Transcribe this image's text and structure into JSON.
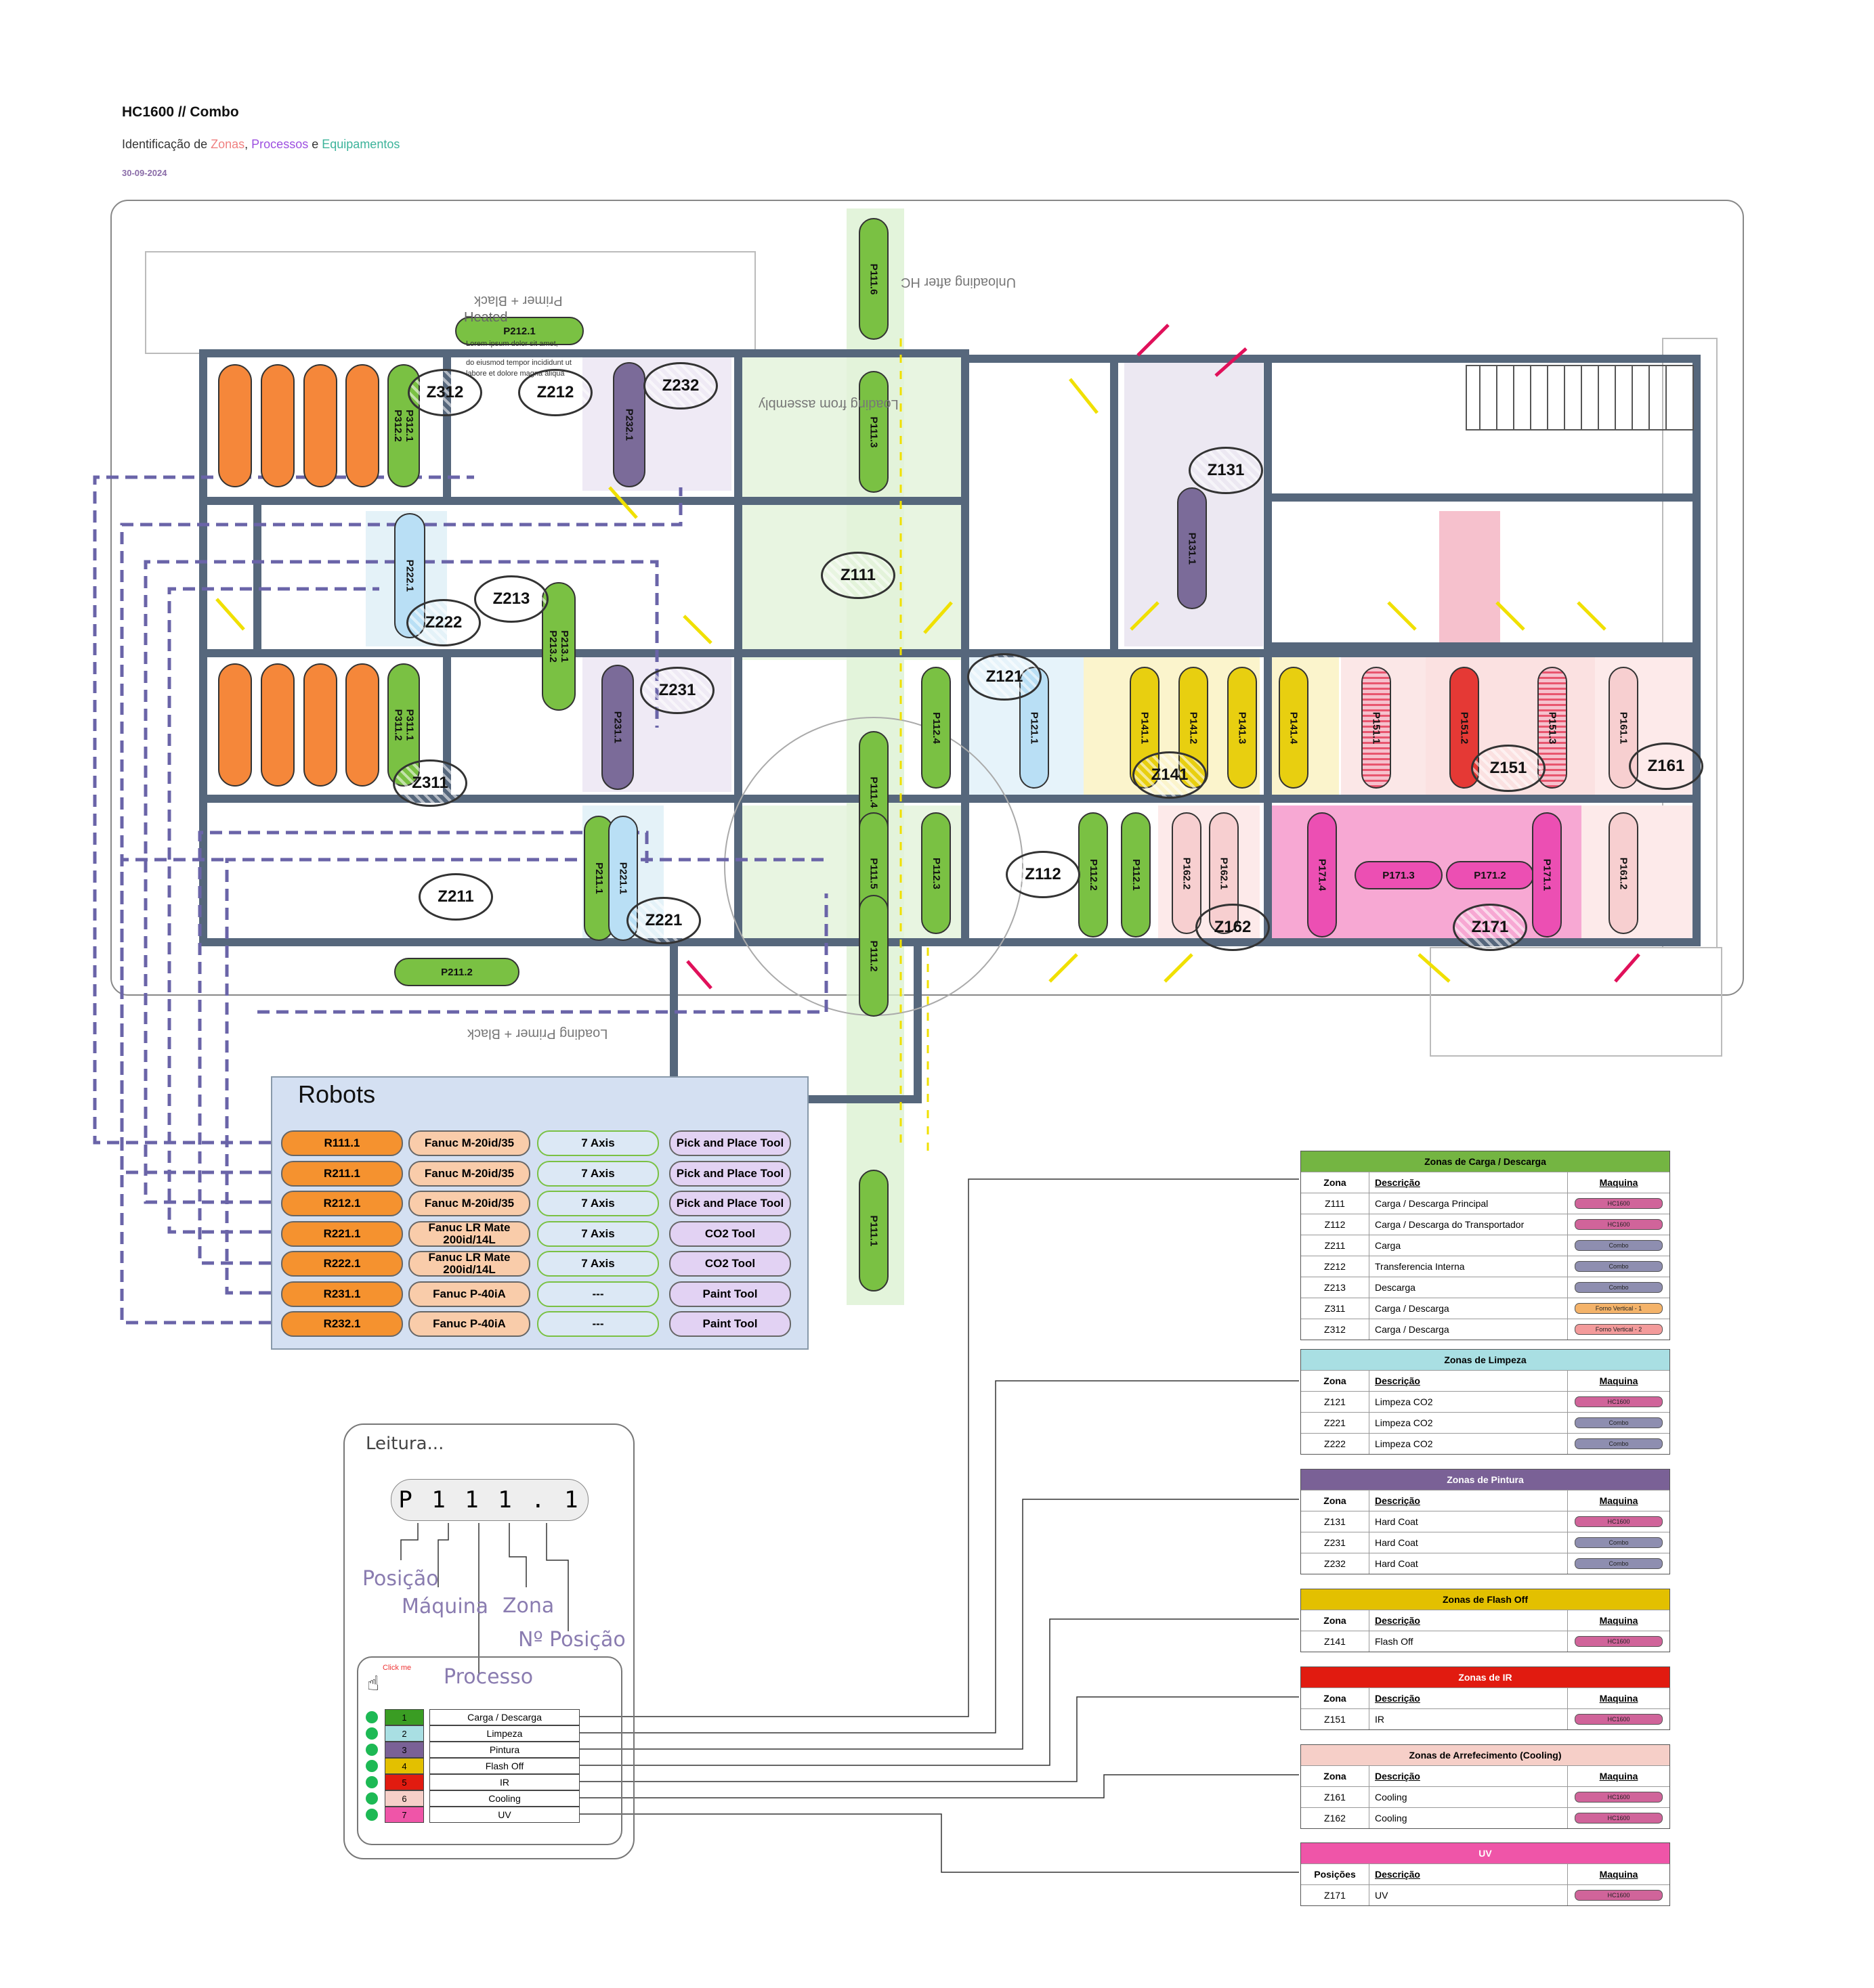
{
  "header": {
    "title": "HC1600 // Combo",
    "subtitle_prefix": "Identificação de",
    "subtitle_zonas": "Zonas",
    "subtitle_sep1": ",",
    "subtitle_processos": "Processos",
    "subtitle_e": "e",
    "subtitle_equipamentos": "Equipamentos",
    "date": "30-09-2024"
  },
  "layout_labels": {
    "unloading": "Unloading after HC",
    "loading_assembly": "Loading from assembly",
    "loading_primer": "Loading Primer + Black",
    "primer_black": "Primer + Black",
    "heated": "Heated",
    "lorem1": "Lorem ipsum dolor sit amet,",
    "lorem2": "do eiusmod tempor incididunt ut",
    "lorem3": "labore et dolore magna aliqua"
  },
  "positions": [
    "P212.1",
    "P312.1",
    "P312.2",
    "P232.1",
    "P111.6",
    "P111.3",
    "P131.1",
    "P222.1",
    "P213.1",
    "P213.2",
    "P311.1",
    "P311.2",
    "P231.1",
    "P112.4",
    "P121.1",
    "P141.1",
    "P141.2",
    "P141.3",
    "P141.4",
    "P151.1",
    "P151.2",
    "P151.3",
    "P161.1",
    "P111.4",
    "P111.5",
    "P112.3",
    "P112.2",
    "P112.1",
    "P162.2",
    "P162.1",
    "P171.4",
    "P171.3",
    "P171.2",
    "P171.1",
    "P161.2",
    "P211.1",
    "P221.1",
    "P211.2",
    "P111.2",
    "P111.1"
  ],
  "zones": [
    "Z312",
    "Z212",
    "Z232",
    "Z131",
    "Z111",
    "Z213",
    "Z222",
    "Z121",
    "Z231",
    "Z141",
    "Z151",
    "Z161",
    "Z311",
    "Z211",
    "Z221",
    "Z112",
    "Z162",
    "Z171"
  ],
  "robots": {
    "title": "Robots",
    "rows": [
      {
        "id": "R111.1",
        "model": "Fanuc M-20id/35",
        "axis": "7 Axis",
        "tool": "Pick and Place Tool"
      },
      {
        "id": "R211.1",
        "model": "Fanuc M-20id/35",
        "axis": "7 Axis",
        "tool": "Pick and Place Tool"
      },
      {
        "id": "R212.1",
        "model": "Fanuc M-20id/35",
        "axis": "7 Axis",
        "tool": "Pick and Place Tool"
      },
      {
        "id": "R221.1",
        "model": "Fanuc LR Mate 200id/14L",
        "axis": "7 Axis",
        "tool": "CO2 Tool"
      },
      {
        "id": "R222.1",
        "model": "Fanuc LR Mate 200id/14L",
        "axis": "7 Axis",
        "tool": "CO2 Tool"
      },
      {
        "id": "R231.1",
        "model": "Fanuc P-40iA",
        "axis": "---",
        "tool": "Paint Tool"
      },
      {
        "id": "R232.1",
        "model": "Fanuc P-40iA",
        "axis": "---",
        "tool": "Paint Tool"
      }
    ]
  },
  "legend": {
    "title": "Leitura...",
    "code": "P 1 1 1 . 1",
    "posicao": "Posição",
    "maquina": "Máquina",
    "zona": "Zona",
    "n_posicao": "Nº Posição",
    "processo": "Processo",
    "click_me": "Click me",
    "processes": [
      {
        "n": "1",
        "label": "Carga / Descarga",
        "color": "#3a9d23"
      },
      {
        "n": "2",
        "label": "Limpeza",
        "color": "#a9dfe3"
      },
      {
        "n": "3",
        "label": "Pintura",
        "color": "#7a6196"
      },
      {
        "n": "4",
        "label": "Flash Off",
        "color": "#e3c000"
      },
      {
        "n": "5",
        "label": "IR",
        "color": "#e11b10"
      },
      {
        "n": "6",
        "label": "Cooling",
        "color": "#f6cfc8"
      },
      {
        "n": "7",
        "label": "UV",
        "color": "#ef55a8"
      }
    ]
  },
  "tables": [
    {
      "title": "Zonas de Carga / Descarga",
      "color": "#74b542",
      "col1": "Zona",
      "col2": "Descrição",
      "col3": "Maquina",
      "rows": [
        [
          "Z111",
          "Carga / Descarga Principal",
          "HC1600"
        ],
        [
          "Z112",
          "Carga / Descarga do Transportador",
          "HC1600"
        ],
        [
          "Z211",
          "Carga",
          "Combo"
        ],
        [
          "Z212",
          "Transferencia Interna",
          "Combo"
        ],
        [
          "Z213",
          "Descarga",
          "Combo"
        ],
        [
          "Z311",
          "Carga / Descarga",
          "Forno Vertical - 1"
        ],
        [
          "Z312",
          "Carga / Descarga",
          "Forno Vertical - 2"
        ]
      ]
    },
    {
      "title": "Zonas de Limpeza",
      "color": "#a9dfe3",
      "col1": "Zona",
      "col2": "Descrição",
      "col3": "Maquina",
      "rows": [
        [
          "Z121",
          "Limpeza CO2",
          "HC1600"
        ],
        [
          "Z221",
          "Limpeza CO2",
          "Combo"
        ],
        [
          "Z222",
          "Limpeza CO2",
          "Combo"
        ]
      ]
    },
    {
      "title": "Zonas de Pintura",
      "color": "#7a6196",
      "col1": "Zona",
      "col2": "Descrição",
      "col3": "Maquina",
      "rows": [
        [
          "Z131",
          "Hard Coat",
          "HC1600"
        ],
        [
          "Z231",
          "Hard Coat",
          "Combo"
        ],
        [
          "Z232",
          "Hard Coat",
          "Combo"
        ]
      ]
    },
    {
      "title": "Zonas de Flash Off",
      "color": "#e3c000",
      "col1": "Zona",
      "col2": "Descrição",
      "col3": "Maquina",
      "rows": [
        [
          "Z141",
          "Flash Off",
          "HC1600"
        ]
      ]
    },
    {
      "title": "Zonas de IR",
      "color": "#e11b10",
      "col1": "Zona",
      "col2": "Descrição",
      "col3": "Maquina",
      "rows": [
        [
          "Z151",
          "IR",
          "HC1600"
        ]
      ]
    },
    {
      "title": "Zonas de Arrefecimento (Cooling)",
      "color": "#f6cfc8",
      "col1": "Zona",
      "col2": "Descrição",
      "col3": "Maquina",
      "rows": [
        [
          "Z161",
          "Cooling",
          "HC1600"
        ],
        [
          "Z162",
          "Cooling",
          "HC1600"
        ]
      ]
    },
    {
      "title": "UV",
      "color": "#ef55a8",
      "col1": "Posições",
      "col2": "Descrição",
      "col3": "Maquina",
      "rows": [
        [
          "Z171",
          "UV",
          "HC1600"
        ]
      ]
    }
  ],
  "colors": {
    "hc1600": "#d0649a",
    "combo": "#8e8eb0",
    "forno1": "#f4b36a",
    "forno2": "#f39b9b",
    "orange_tank": "#f5873a",
    "green_pos": "#7ac143",
    "purple_pos": "#7b6b99",
    "blue_pos": "#b9dff5",
    "yellow_pos": "#e8cf10",
    "red_pos": "#e53935",
    "pink_pos": "#f7cfd0",
    "magenta_pos": "#ec4fb3"
  }
}
